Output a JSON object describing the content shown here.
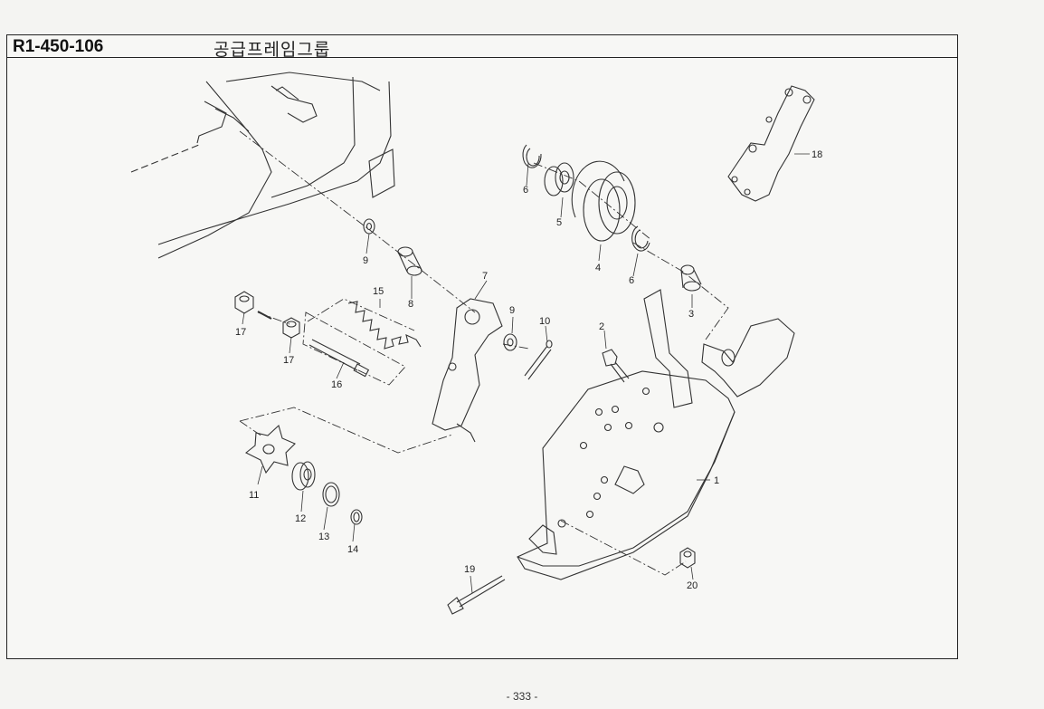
{
  "header": {
    "code": "R1-450-106",
    "title": "공급프레임그룹"
  },
  "callouts": {
    "c1": "1",
    "c2": "2",
    "c3": "3",
    "c4": "4",
    "c5": "5",
    "c6a": "6",
    "c6b": "6",
    "c7": "7",
    "c8": "8",
    "c9a": "9",
    "c9b": "9",
    "c10": "10",
    "c11": "11",
    "c12": "12",
    "c13": "13",
    "c14": "14",
    "c15": "15",
    "c16": "16",
    "c17a": "17",
    "c17b": "17",
    "c18": "18",
    "c19": "19",
    "c20": "20"
  },
  "footer": {
    "page": "- 333 -"
  }
}
